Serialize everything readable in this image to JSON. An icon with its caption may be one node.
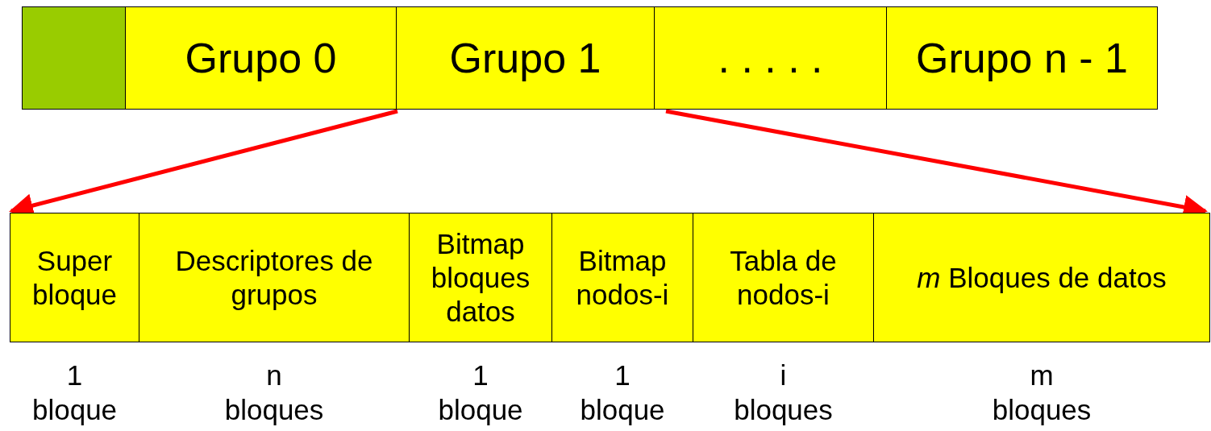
{
  "diagram": {
    "nodes": [
      {
        "text": [],
        "shape": "box"
      },
      {
        "text": [
          "Grupo 0"
        ]
      },
      {
        "text": [
          "Grupo 1"
        ]
      },
      {
        "text": [
          ". . . . ."
        ]
      },
      {
        "text": [
          "Grupo n - 1"
        ]
      },
      {
        "text": [
          "Super bloque"
        ],
        "beside": [
          "1 bloque"
        ]
      },
      {
        "text": [
          "Descriptores de grupos"
        ],
        "beside": [
          "n bloques"
        ]
      },
      {
        "text": [
          "Bitmap bloques datos"
        ],
        "beside": [
          "1 bloque"
        ]
      },
      {
        "text": [
          "Bitmap nodos-i"
        ],
        "beside": [
          "1 bloque"
        ]
      },
      {
        "text": [
          "Tabla de nodos-i"
        ],
        "beside": [
          "i bloques"
        ]
      },
      {
        "text": [
          "*m* Bloques de datos"
        ],
        "beside": [
          "m bloques"
        ]
      }
    ],
    "edges": [
      {
        "from": 2,
        "to": 5,
        "arrow": "to"
      },
      {
        "from": 2,
        "to": 10,
        "arrow": "to"
      }
    ]
  }
}
